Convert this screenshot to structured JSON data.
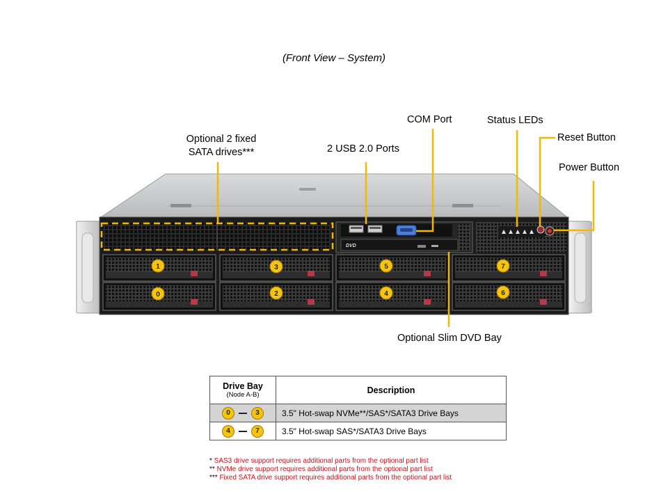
{
  "view_title": "(Front View – System)",
  "callouts": {
    "sata_fixed_line1": "Optional 2 fixed",
    "sata_fixed_line2": "SATA drives***",
    "usb": "2 USB 2.0 Ports",
    "com": "COM Port",
    "status_leds": "Status LEDs",
    "reset": "Reset Button",
    "power": "Power Button",
    "dvd_bay": "Optional Slim DVD Bay"
  },
  "front_panel": {
    "dvd_logo": "DVD"
  },
  "drive_bays": {
    "top_row": [
      "1",
      "3",
      "5",
      "7"
    ],
    "bottom_row": [
      "0",
      "2",
      "4",
      "6"
    ]
  },
  "colors": {
    "callout_line": "#f5b800",
    "bay_badge": "#f4c40f",
    "footnote_red": "#c0141e"
  },
  "table": {
    "header_bay": "Drive Bay",
    "header_bay_sub": "(Node A-B)",
    "header_desc": "Description",
    "rows": [
      {
        "from": "0",
        "to": "3",
        "description": "3.5\" Hot-swap NVMe**/SAS*/SATA3 Drive Bays"
      },
      {
        "from": "4",
        "to": "7",
        "description": "3.5\" Hot-swap SAS*/SATA3 Drive Bays"
      }
    ]
  },
  "footnotes": [
    {
      "mark": "* ",
      "highlight": "SAS3",
      "rest": " drive support requires additional parts from the optional part list"
    },
    {
      "mark": "** ",
      "highlight": "NVMe",
      "rest": " drive support requires additional parts from the optional part list"
    },
    {
      "mark": "*** ",
      "highlight": "",
      "rest": "Fixed SATA drive support requires additional parts from the optional part list"
    }
  ]
}
